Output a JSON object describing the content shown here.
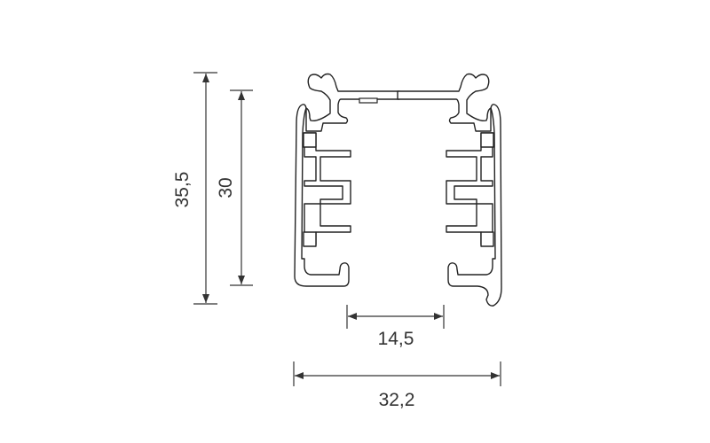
{
  "drawing": {
    "title": "Track profile cross-section",
    "dimensions": {
      "total_height": "35,5",
      "inner_height": "30",
      "opening_width": "14,5",
      "total_width": "32,2"
    },
    "line_color": "#333333"
  }
}
